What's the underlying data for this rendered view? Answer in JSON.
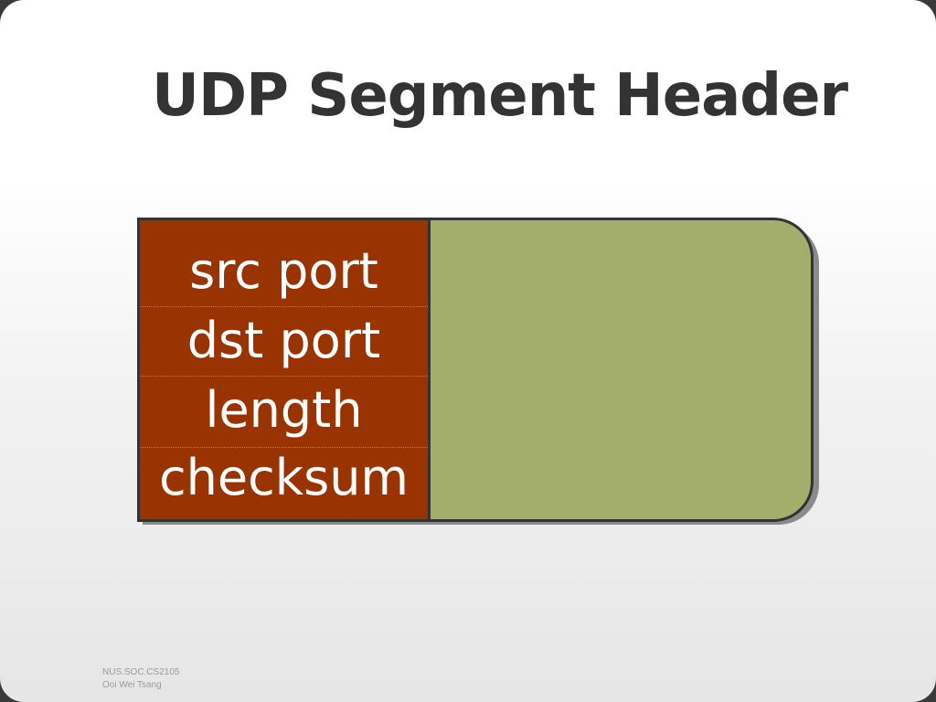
{
  "slide": {
    "title": "UDP Segment Header",
    "header_fields": [
      {
        "label": "src port"
      },
      {
        "label": "dst port"
      },
      {
        "label": "length"
      },
      {
        "label": "checksum"
      }
    ],
    "footer": {
      "line1": "NUS.SOC.CS2105",
      "line2": "Ooi Wei Tsang"
    }
  },
  "colors": {
    "header_fill": "#993300",
    "payload_fill": "#a3ad6c",
    "border": "#333333",
    "title_text": "#333333"
  }
}
